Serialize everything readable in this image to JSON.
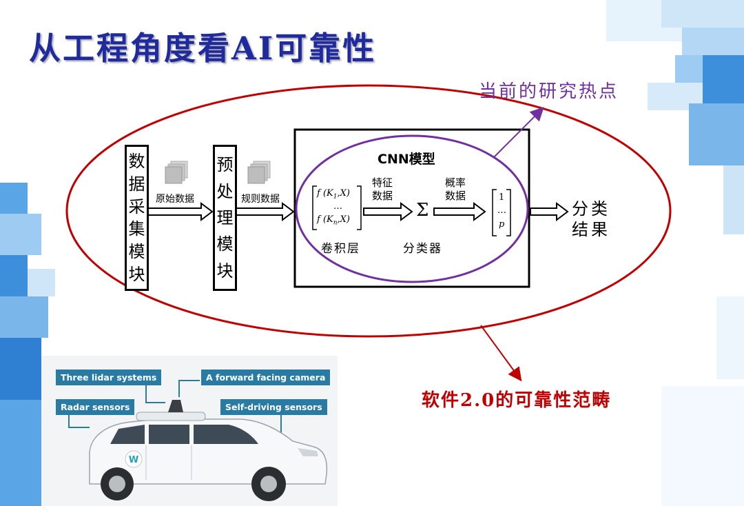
{
  "title": "从工程角度看AI可靠性",
  "callouts": {
    "research_hotspot": "当前的研究热点",
    "software_scope": "软件2.0的可靠性范畴"
  },
  "modules": {
    "collection": [
      "数",
      "据",
      "采",
      "集",
      "模",
      "块"
    ],
    "preprocess": [
      "预",
      "处",
      "理",
      "模",
      "块"
    ]
  },
  "flow_labels": {
    "raw_data": "原始数据",
    "regular_data": "规则数据",
    "feature_line1": "特征",
    "feature_line2": "数据",
    "prob_line1": "概率",
    "prob_line2": "数据",
    "result_line1": "分类",
    "result_line2": "结果"
  },
  "cnn": {
    "title": "CNN模型",
    "conv_layer": "卷积层",
    "classifier": "分类器",
    "sigma": "Σ",
    "matrix_top": "f (K",
    "matrix_top_sub": "1",
    "matrix_top_end": ",X)",
    "matrix_dots": "…",
    "matrix_bottom": "f (K",
    "matrix_bottom_sub": "n",
    "matrix_bottom_end": ",X)",
    "output_top": "1",
    "output_dots": "…",
    "output_bottom": "p"
  },
  "car_image": {
    "tags": {
      "lidar": "Three lidar systems",
      "camera": "A forward facing camera",
      "radar": "Radar sensors",
      "selfdriving": "Self-driving sensors"
    },
    "logo_letter": "W",
    "tag_color": "#2a7ba3"
  },
  "colors": {
    "title": "#1f2a9c",
    "outer_ellipse": "#c00000",
    "inner_ellipse": "#7030a0",
    "background_tiles": "#2f8fe0"
  }
}
